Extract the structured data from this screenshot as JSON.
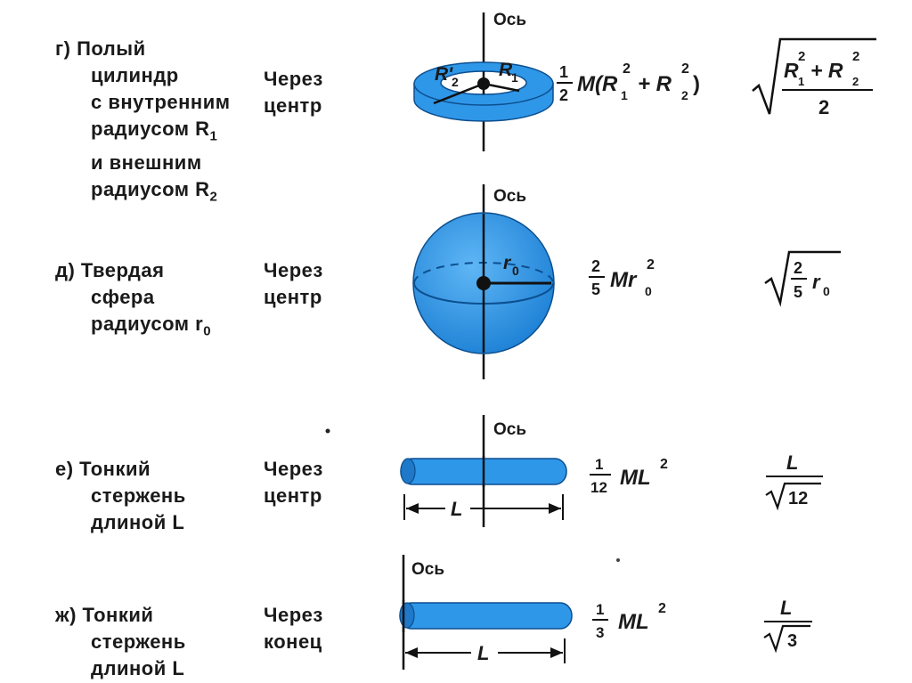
{
  "colors": {
    "shape_fill": "#2f97e8",
    "shape_dark": "#1f78c8",
    "line": "#111111"
  },
  "axis_word": "Ось",
  "rows": [
    {
      "id": "g",
      "desc_lines": [
        "г) Полый",
        "цилиндр",
        "с внутренним",
        "радиусом R",
        "и внешним",
        "радиусом R"
      ],
      "desc_subs": [
        "",
        "",
        "",
        "1",
        "",
        "2"
      ],
      "through": [
        "Через",
        "центр"
      ],
      "radius_labels": [
        "R'",
        "2",
        "R",
        "1"
      ],
      "inertia": {
        "frac_num": "1",
        "frac_den": "2",
        "body": "M(R",
        "sub1": "1",
        "sup1": "2",
        "plus": "+ R",
        "sub2": "2",
        "sup2": "2",
        "close": ")"
      },
      "gyration": {
        "num_a": "R",
        "sub_a": "1",
        "sup_a": "2",
        "plus": "+ R",
        "sub_b": "2",
        "sup_b": "2",
        "den": "2"
      }
    },
    {
      "id": "d",
      "desc_lines": [
        "д) Твердая",
        "сфера",
        "радиусом r"
      ],
      "desc_subs": [
        "",
        "",
        "0"
      ],
      "through": [
        "Через",
        "центр"
      ],
      "radius_label": "r",
      "radius_sub": "0",
      "inertia": {
        "frac_num": "2",
        "frac_den": "5",
        "body": "Mr",
        "sub": "0",
        "sup": "2"
      },
      "gyration": {
        "frac_num": "2",
        "frac_den": "5",
        "body": "r",
        "sub": "0"
      }
    },
    {
      "id": "e",
      "desc_lines": [
        "е) Тонкий",
        "стержень",
        "длиной L"
      ],
      "through": [
        "Через",
        "центр"
      ],
      "length_label": "L",
      "inertia": {
        "frac_num": "1",
        "frac_den": "12",
        "body": "ML",
        "sup": "2"
      },
      "gyration": {
        "num": "L",
        "den": "12"
      }
    },
    {
      "id": "zh",
      "desc_lines": [
        "ж) Тонкий",
        "стержень",
        "длиной L"
      ],
      "through": [
        "Через",
        "конец"
      ],
      "length_label": "L",
      "inertia": {
        "frac_num": "1",
        "frac_den": "3",
        "body": "ML",
        "sup": "2"
      },
      "gyration": {
        "num": "L",
        "den": "3"
      }
    }
  ]
}
